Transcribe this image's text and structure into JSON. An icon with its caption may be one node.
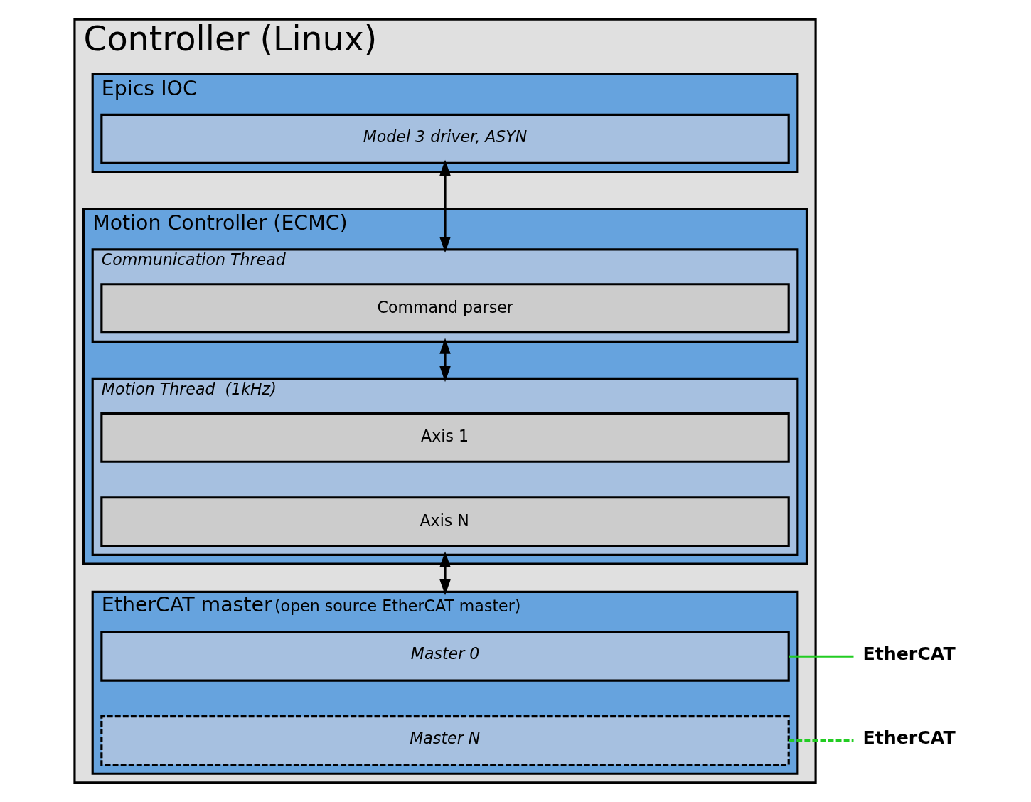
{
  "diagram": {
    "nodes": [
      {
        "text": [
          "Controller (Linux)"
        ]
      },
      {
        "text": [
          "Epics IOC"
        ],
        "in": 0
      },
      {
        "text": [
          "Model 3 driver, ASYN"
        ],
        "in": 1
      },
      {
        "text": [
          "Motion Controller (ECMC)"
        ],
        "in": 0
      },
      {
        "text": [
          "Communication Thread"
        ],
        "in": 3
      },
      {
        "text": [
          "Command parser"
        ],
        "in": 4
      },
      {
        "text": [
          "Motion Thread  (1kHz)"
        ],
        "in": 3
      },
      {
        "text": [
          "Axis 1"
        ],
        "in": 6
      },
      {
        "text": [
          "Axis N"
        ],
        "in": 6
      },
      {
        "text": [
          "EtherCAT master",
          "(open source EtherCAT master)"
        ],
        "in": 0
      },
      {
        "text": [
          "Master 0"
        ],
        "in": 9
      },
      {
        "text": [
          "Master N"
        ],
        "in": 9
      },
      {
        "text": [
          "EtherCAT"
        ]
      },
      {
        "text": [
          "EtherCAT"
        ]
      }
    ],
    "edges": [
      {
        "from": 2,
        "to": 4,
        "arrow": "both"
      },
      {
        "from": 4,
        "to": 6,
        "arrow": "both"
      },
      {
        "from": 6,
        "to": 9,
        "arrow": "both"
      },
      {
        "from": 10,
        "to": 12,
        "arrow": "none",
        "color": "#22cc22"
      },
      {
        "from": 11,
        "to": 13,
        "arrow": "none",
        "style": "dashed",
        "color": "#22cc22"
      }
    ]
  }
}
